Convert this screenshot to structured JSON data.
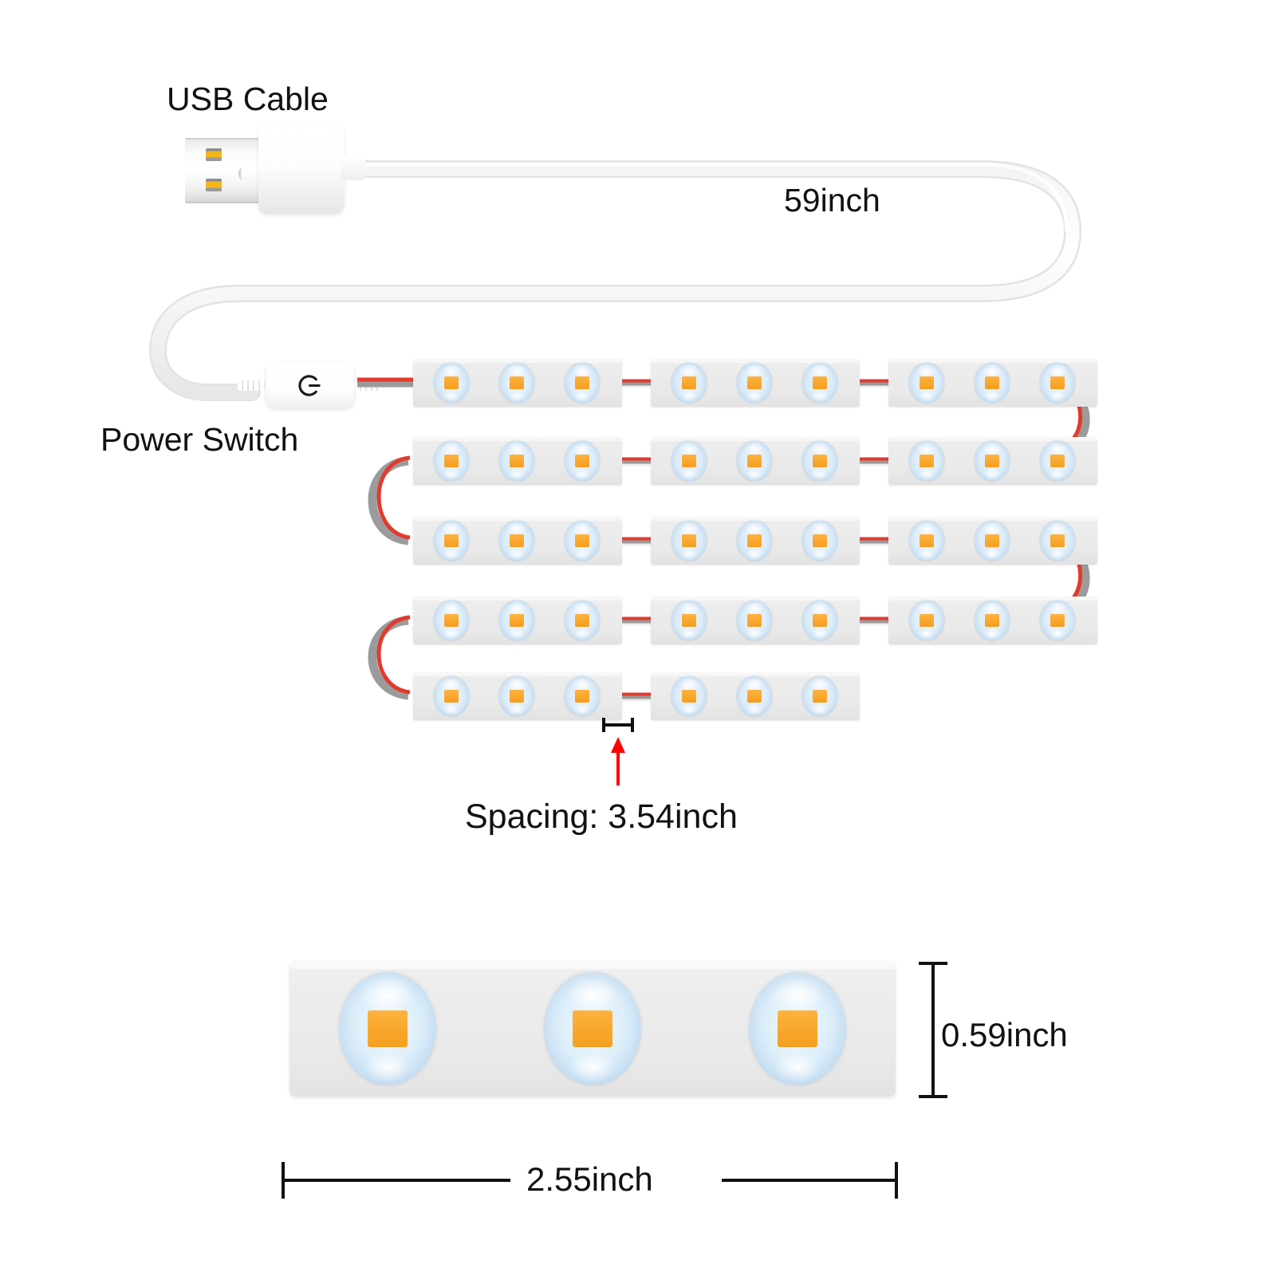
{
  "diagram": {
    "title_labels": {
      "usb_cable": "USB Cable",
      "power_switch": "Power Switch",
      "cable_length": "59inch",
      "spacing": "Spacing: 3.54inch"
    },
    "dimensions": {
      "module_width": "2.55inch",
      "module_height": "0.59inch"
    },
    "icons": {
      "power": "power-icon",
      "usb_connector": "usb-plug-icon",
      "led": "led-icon",
      "callout_arrow": "red-arrow-up-icon"
    },
    "colors": {
      "led_chip": "#F9A72C",
      "led_lens": "#BCD8EE",
      "module_body": "#E9E9E9",
      "wire_positive": "#E23A2E",
      "wire_negative": "#9B9B9B",
      "callout_arrow": "#FF0000",
      "dimension_line": "#111111",
      "background": "#FFFFFF"
    },
    "strip": {
      "rows": [
        {
          "modules": 3,
          "leds_per_module": 3,
          "turn": "right"
        },
        {
          "modules": 3,
          "leds_per_module": 3,
          "turn": "left"
        },
        {
          "modules": 3,
          "leds_per_module": 3,
          "turn": "right"
        },
        {
          "modules": 3,
          "leds_per_module": 3,
          "turn": "left"
        },
        {
          "modules": 2,
          "leds_per_module": 3,
          "turn": "none"
        }
      ],
      "total_modules": 14,
      "total_leds": 42
    },
    "detail_view": {
      "leds": 3,
      "caption_width": "2.55inch",
      "caption_height": "0.59inch"
    }
  }
}
